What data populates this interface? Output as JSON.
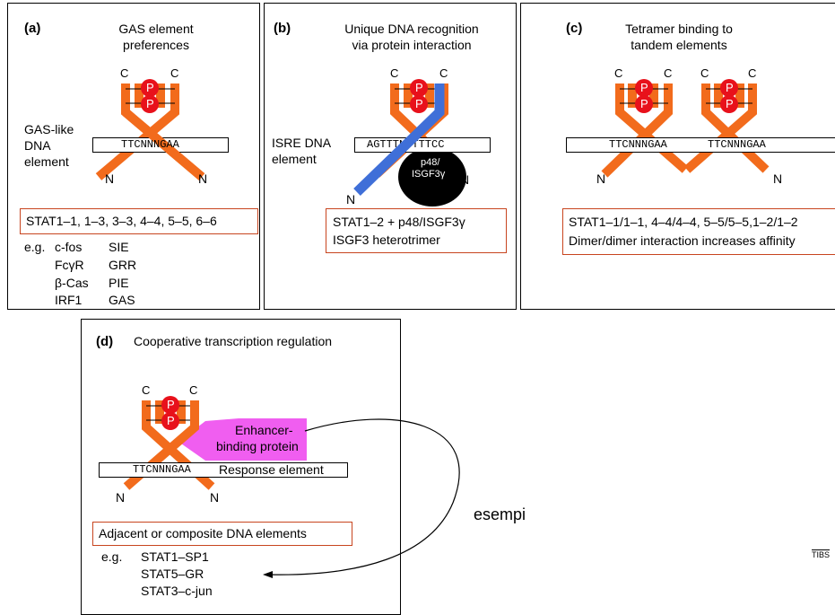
{
  "colors": {
    "stat_orange": "#f26b1c",
    "phospho_red": "#e8111b",
    "isgf_blue": "#3f6fd8",
    "enhancer_pink": "#f05ef0",
    "box_border": "#c8451f"
  },
  "panel_a": {
    "letter": "(a)",
    "title_line1": "GAS element",
    "title_line2": "preferences",
    "element_label": [
      "GAS-like",
      "DNA",
      "element"
    ],
    "sequence": "TTCNNNGAA",
    "c_left": "C",
    "c_right": "C",
    "p_top": "P",
    "p_bottom": "P",
    "n_left": "N",
    "n_right": "N",
    "dimers": "STAT1–1, 1–3, 3–3, 4–4, 5–5, 6–6",
    "eg": "e.g.",
    "examples": [
      [
        "c-fos",
        "SIE"
      ],
      [
        "FcγR",
        "GRR"
      ],
      [
        "β-Cas",
        "PIE"
      ],
      [
        "IRF1",
        "GAS"
      ]
    ]
  },
  "panel_b": {
    "letter": "(b)",
    "title_line1": "Unique DNA recognition",
    "title_line2": "via protein interaction",
    "element_label": [
      "ISRE DNA",
      "element"
    ],
    "sequence": "AGTTTN3TTTCC",
    "c_left": "C",
    "c_right": "C",
    "p_top": "P",
    "p_bottom": "P",
    "protein_line1": "p48/",
    "protein_line2": "ISGF3γ",
    "n_left": "N",
    "n_right": "N",
    "line1": "STAT1–2 + p48/ISGF3γ",
    "line2": "ISGF3 heterotrimer"
  },
  "panel_c": {
    "letter": "(c)",
    "title_line1": "Tetramer binding to",
    "title_line2": "tandem elements",
    "sequence1": "TTCNNNGAA",
    "sequence2": "TTCNNNGAA",
    "c": "C",
    "p": "P",
    "n": "N",
    "line1": "STAT1–1/1–1, 4–4/4–4, 5–5/5–5,1–2/1–2",
    "line2": "Dimer/dimer interaction increases affinity"
  },
  "panel_d": {
    "letter": "(d)",
    "title": "Cooperative transcription regulation",
    "c_left": "C",
    "c_right": "C",
    "p_top": "P",
    "p_bottom": "P",
    "enhancer_line1": "Enhancer-",
    "enhancer_line2": "binding protein",
    "sequence": "TTCNNNGAA",
    "response": "Response element",
    "n_left": "N",
    "n_right": "N",
    "box_text": "Adjacent or composite DNA elements",
    "eg": "e.g.",
    "examples": [
      "STAT1–SP1",
      "STAT5–GR",
      "STAT3–c-jun"
    ]
  },
  "annotation": "esempi",
  "source_logo": "TIBS"
}
